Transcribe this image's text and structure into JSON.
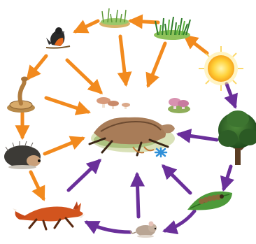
{
  "diagram": {
    "type": "food-web-cycle",
    "nodes": [
      {
        "id": "sun",
        "icon": "sun-icon"
      },
      {
        "id": "grass",
        "icon": "grass-icon"
      },
      {
        "id": "grass-patch",
        "icon": "grass-patch-icon"
      },
      {
        "id": "bird",
        "icon": "bird-icon"
      },
      {
        "id": "snake",
        "icon": "snake-icon"
      },
      {
        "id": "hedgehog",
        "icon": "hedgehog-icon"
      },
      {
        "id": "fox",
        "icon": "fox-icon"
      },
      {
        "id": "mouse",
        "icon": "mouse-icon"
      },
      {
        "id": "caterpillar",
        "icon": "caterpillar-icon"
      },
      {
        "id": "tree",
        "icon": "tree-icon"
      },
      {
        "id": "decomposers",
        "icon": "decomposers-icon"
      }
    ],
    "edges": [
      {
        "from": "sun",
        "to": "grass",
        "color": "orange"
      },
      {
        "from": "grass",
        "to": "grass-patch",
        "color": "orange"
      },
      {
        "from": "grass-patch",
        "to": "bird",
        "color": "orange"
      },
      {
        "from": "bird",
        "to": "snake",
        "color": "orange"
      },
      {
        "from": "snake",
        "to": "hedgehog",
        "color": "orange"
      },
      {
        "from": "hedgehog",
        "to": "fox",
        "color": "orange"
      },
      {
        "from": "grass-patch",
        "to": "decomposers",
        "color": "orange"
      },
      {
        "from": "grass",
        "to": "decomposers",
        "color": "orange"
      },
      {
        "from": "bird",
        "to": "decomposers",
        "color": "orange"
      },
      {
        "from": "snake",
        "to": "decomposers",
        "color": "orange"
      },
      {
        "from": "hedgehog",
        "to": "decomposers",
        "color": "orange"
      },
      {
        "from": "sun",
        "to": "tree",
        "color": "purple"
      },
      {
        "from": "tree",
        "to": "caterpillar",
        "color": "purple"
      },
      {
        "from": "caterpillar",
        "to": "mouse",
        "color": "purple"
      },
      {
        "from": "mouse",
        "to": "fox",
        "color": "purple"
      },
      {
        "from": "tree",
        "to": "decomposers",
        "color": "purple"
      },
      {
        "from": "caterpillar",
        "to": "decomposers",
        "color": "purple"
      },
      {
        "from": "mouse",
        "to": "decomposers",
        "color": "purple"
      },
      {
        "from": "fox",
        "to": "decomposers",
        "color": "purple"
      }
    ]
  },
  "colors": {
    "orange_arrow": "#f28a1e",
    "purple_arrow": "#6a2f9a",
    "background": "#ffffff"
  }
}
